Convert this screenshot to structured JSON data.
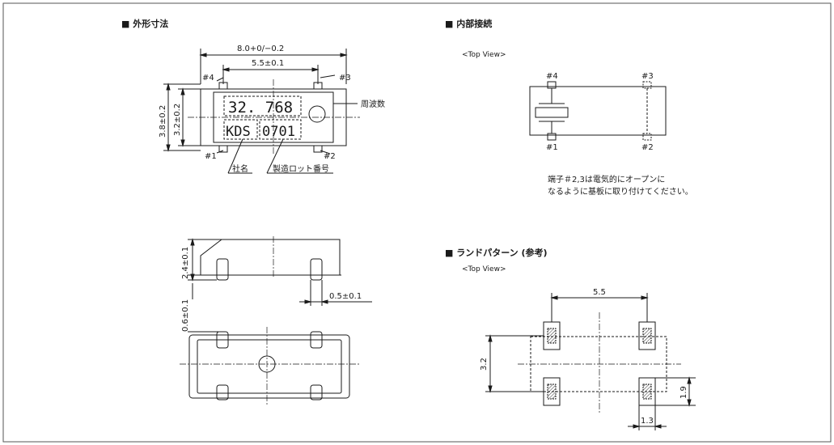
{
  "sections": {
    "outline": "■ 外形寸法",
    "internal": "■ 内部接続",
    "land": "■ ランドパターン (参考)"
  },
  "top_view": {
    "internal": "<Top View>",
    "land": "<Top View>"
  },
  "outline": {
    "dim_length": "8.0+0/−0.2",
    "dim_pitch": "5.5±0.1",
    "dim_height_outer": "3.8±0.2",
    "dim_height_inner": "3.2±0.2",
    "marking_freq": "32. 768",
    "marking_maker": "KDS",
    "marking_lot": "0701",
    "label_freq": "周波数",
    "label_company": "社名",
    "label_lot": "製造ロット番号",
    "pins": {
      "p1": "#1",
      "p2": "#2",
      "p3": "#3",
      "p4": "#4"
    }
  },
  "side": {
    "dim_height": "2.4±0.1",
    "dim_standoff": "0.6±0.1",
    "dim_terminal": "0.5±0.1"
  },
  "internal": {
    "pins": {
      "p1": "#1",
      "p2": "#2",
      "p3": "#3",
      "p4": "#4"
    },
    "note_line1": "端子＃2,3は電気的にオープンに",
    "note_line2": "なるように基板に取り付けてください。"
  },
  "land": {
    "dim_pitch": "5.5",
    "dim_height": "3.2",
    "dim_pad_h": "1.9",
    "dim_pad_w": "1.3"
  },
  "colors": {
    "line": "#1a1a1a",
    "border": "#555555"
  }
}
